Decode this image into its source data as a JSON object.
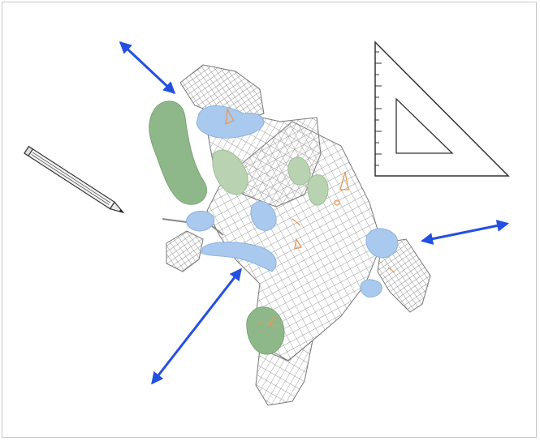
{
  "colors": {
    "arrow": "#2450e0",
    "park": "#8fb88a",
    "park_light": "#b9d3b2",
    "water": "#a9c9ee",
    "street": "#8a8a8a",
    "landmark": "#e79a5a",
    "tool_line": "#333333"
  },
  "icons": {
    "pencil": "pencil-icon",
    "set_square": "set-square-icon",
    "arrows": "double-arrow-icon"
  },
  "arrows": [
    {
      "id": "top-left"
    },
    {
      "id": "right"
    },
    {
      "id": "bottom-left"
    }
  ]
}
